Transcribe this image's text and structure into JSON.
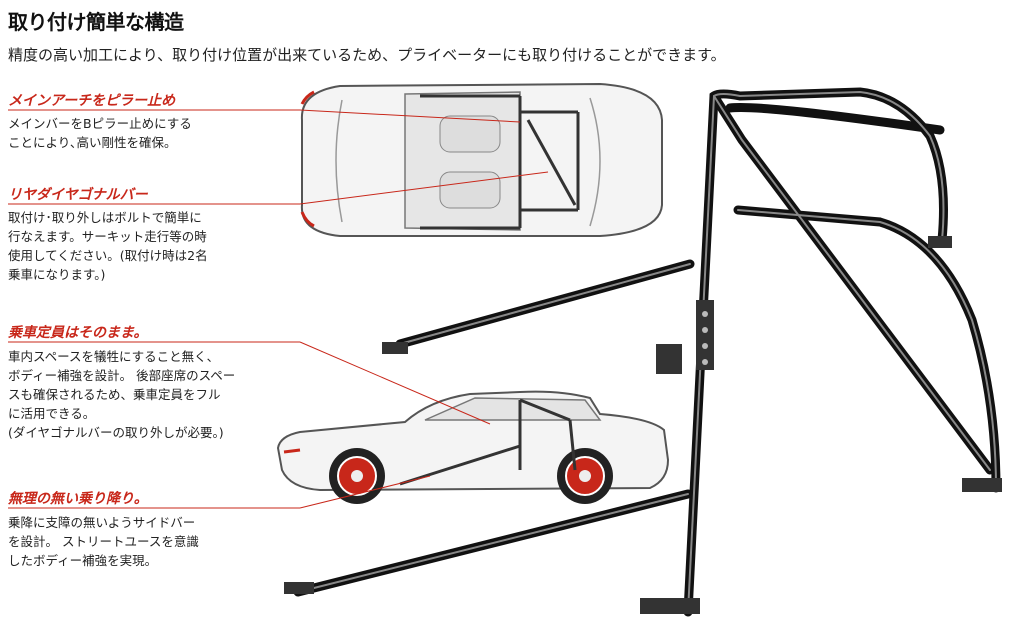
{
  "header": {
    "title": "取り付け簡単な構造",
    "subtitle": "精度の高い加工により、取り付け位置が出来ているため、プライベーターにも取り付けることができます。"
  },
  "sections": [
    {
      "title": "メインアーチをピラー止め",
      "body": "メインバーをBピラー止めにする\nことにより､高い剛性を確保。"
    },
    {
      "title": "リヤダイヤゴナルバー",
      "body": "取付け･取り外しはボルトで簡単に\n行なえます。サーキット走行等の時\n使用してください。(取付け時は2名\n乗車になります。)"
    },
    {
      "title": "乗車定員はそのまま。",
      "body": "車内スペースを犠牲にすること無く、\nボディー補強を設計。 後部座席のスペー\nスも確保されるため、乗車定員をフル\nに活用できる。\n(ダイヤゴナルバーの取り外しが必要。)"
    },
    {
      "title": "無理の無い乗り降り。",
      "body": "乗降に支障の無いようサイドバー\nを設計。 ストリートユースを意識\nしたボディー補強を実現。"
    }
  ],
  "colors": {
    "accent": "#c8271a",
    "text": "#222222",
    "bar": "#1a1a1a"
  }
}
